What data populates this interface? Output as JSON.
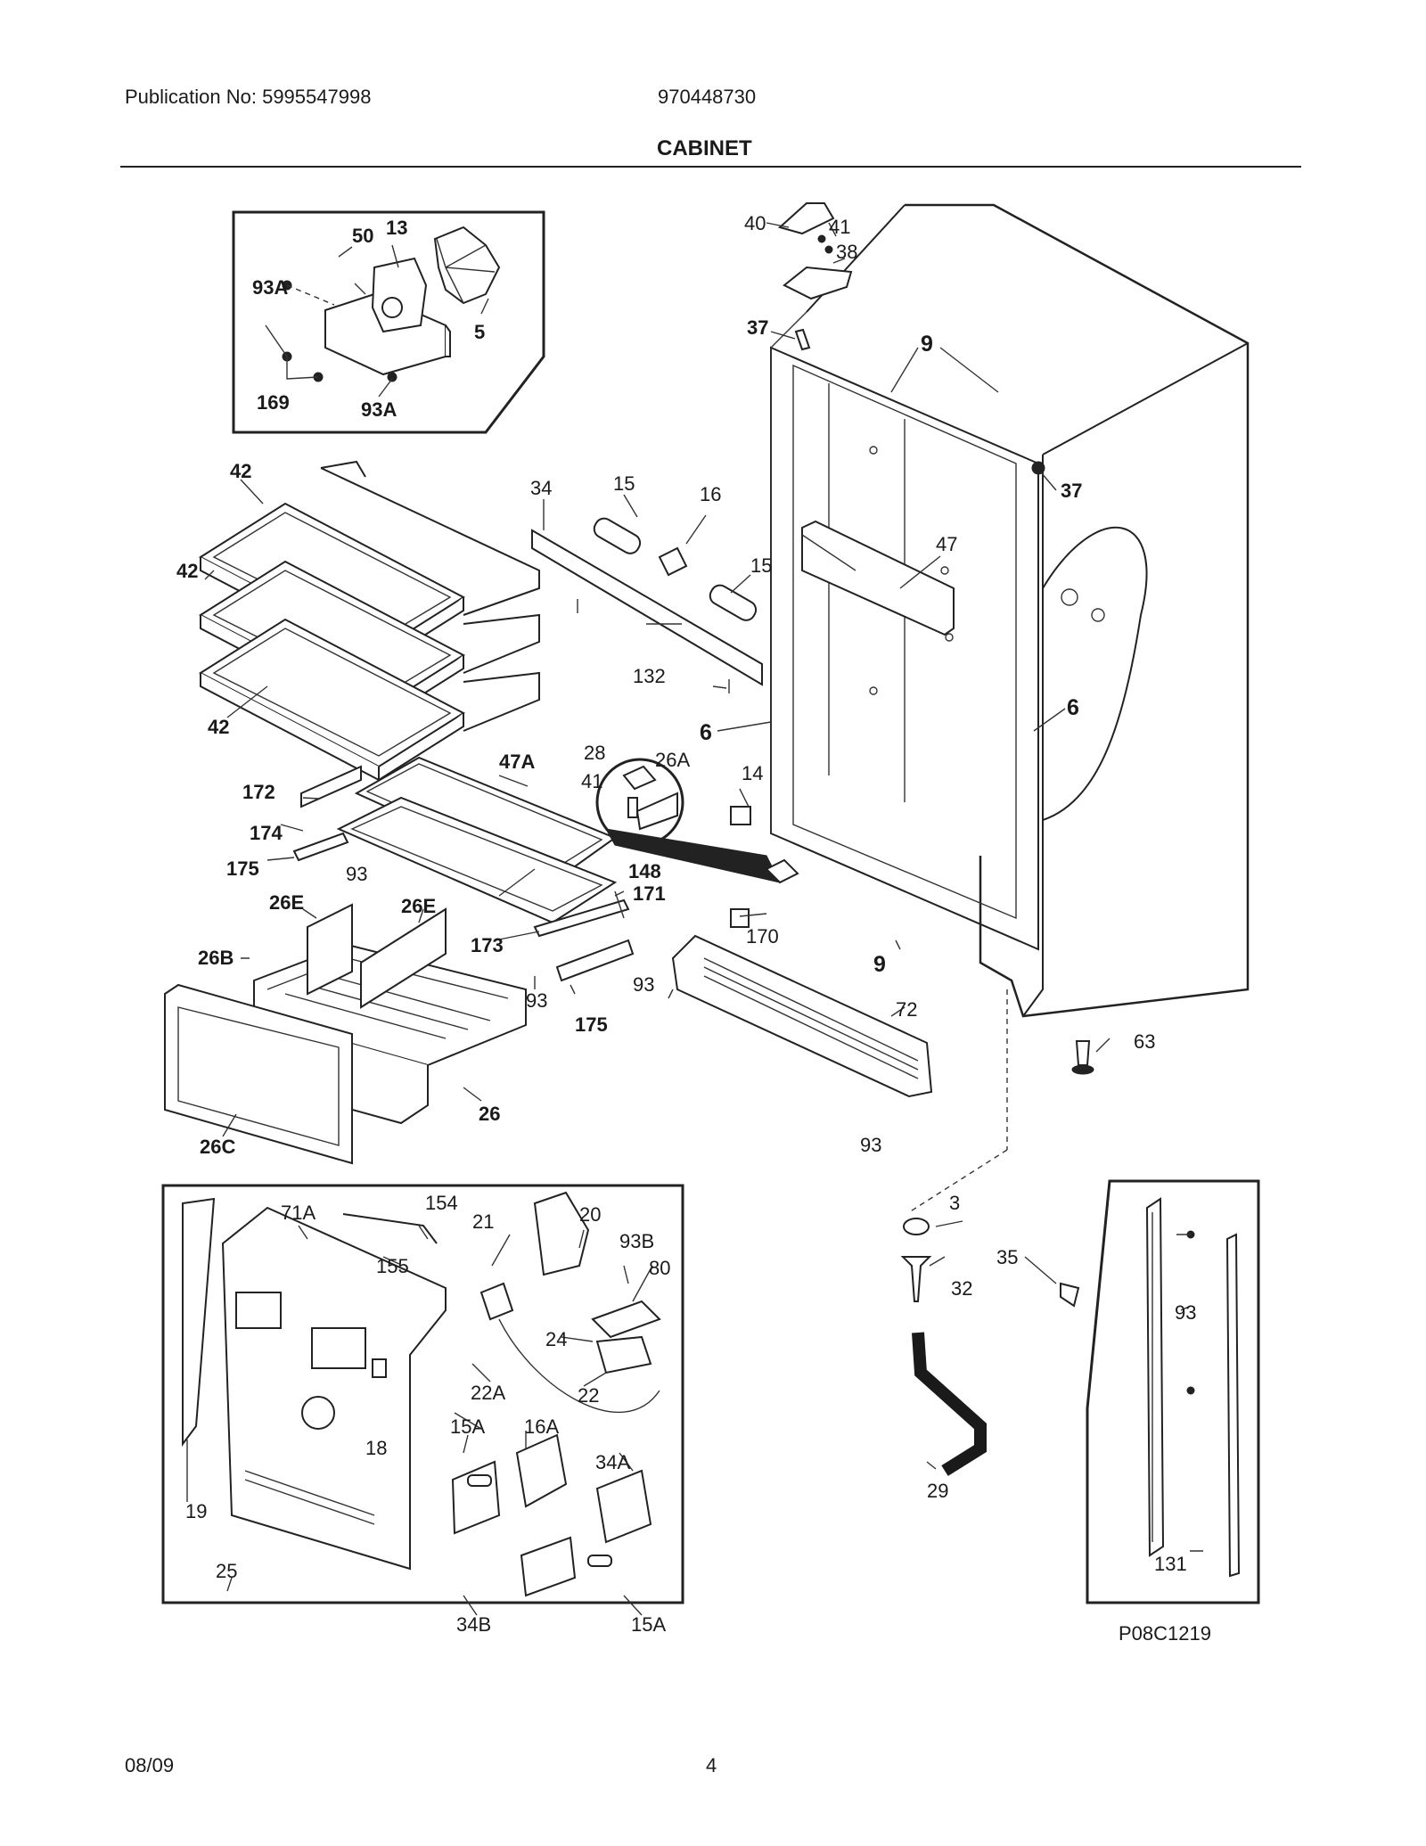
{
  "header": {
    "publication": "Publication No: 5995547998",
    "model": "970448730",
    "title": "CABINET"
  },
  "footer": {
    "date": "08/09",
    "page": "4"
  },
  "diagram_code": "P08C1219",
  "labels": {
    "fan_inset": [
      "50",
      "13",
      "93A",
      "5",
      "169",
      "93A"
    ],
    "shelves": [
      "42",
      "42",
      "42"
    ],
    "crisper": [
      "172",
      "174",
      "175",
      "93",
      "47A",
      "148",
      "171",
      "26E",
      "26E",
      "26B",
      "173",
      "93",
      "175",
      "26",
      "26C"
    ],
    "cabinet": [
      "40",
      "41",
      "38",
      "37",
      "9",
      "37",
      "34",
      "15",
      "16",
      "15",
      "47",
      "132",
      "6",
      "6",
      "28",
      "26A",
      "41",
      "14",
      "170",
      "9",
      "93",
      "72",
      "63",
      "93"
    ],
    "control_inset": [
      "71A",
      "154",
      "21",
      "20",
      "93B",
      "80",
      "155",
      "24",
      "22A",
      "22",
      "15A",
      "16A",
      "34A",
      "18",
      "19",
      "25",
      "34B",
      "15A"
    ],
    "drain": [
      "3",
      "35",
      "32",
      "29"
    ],
    "rail_inset": [
      "93",
      "131"
    ]
  }
}
